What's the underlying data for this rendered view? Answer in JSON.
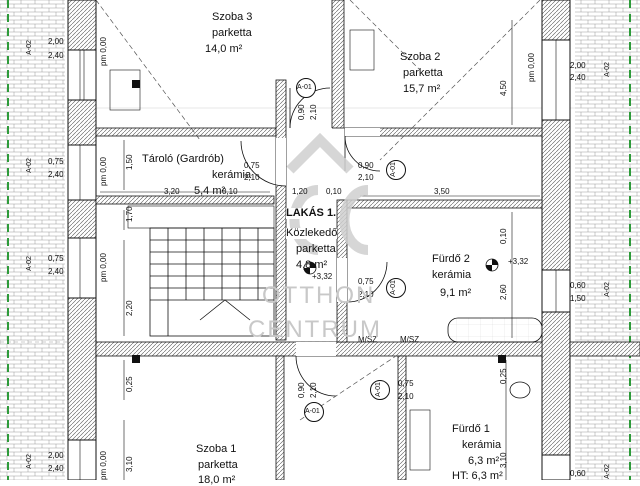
{
  "rooms": {
    "szoba3": {
      "name": "Szoba 3",
      "floor": "parketta",
      "area": "14,0 m²"
    },
    "szoba2": {
      "name": "Szoba 2",
      "floor": "parketta",
      "area": "15,7 m²"
    },
    "tarolo": {
      "name": "Tároló (Gardrób)",
      "floor": "kerámia",
      "area": "5,4 m²"
    },
    "lakas": {
      "name": "LAKÁS 1."
    },
    "kozleked": {
      "name": "Közlekedő",
      "floor": "parketta",
      "area": "4,8 m²"
    },
    "furdo2": {
      "name": "Fürdő 2",
      "floor": "kerámia",
      "area": "9,1 m²"
    },
    "szoba1": {
      "name": "Szoba 1",
      "floor": "parketta",
      "area": "18,0 m²"
    },
    "furdo1": {
      "name": "Fürdő 1",
      "floor": "kerámia",
      "area": "6,3 m²",
      "ht": "HT: 6,3 m²"
    }
  },
  "labels": {
    "a02": "A-02",
    "a01": "A-01",
    "pm000": "pm 0,00",
    "d200": "2,00",
    "d240": "2,40",
    "d075": "0,75",
    "d210": "2,10",
    "d060": "0,60",
    "d090": "0,90",
    "d150": "1,50",
    "d170": "1,70",
    "d320": "3,20",
    "d010": "0,10",
    "d120": "1,20",
    "d350": "3,50",
    "d450": "4,50",
    "d220": "2,20",
    "d260": "2,60",
    "d025": "0,25",
    "d310": "3,10",
    "level": "+3,32",
    "msz": "M/SZ"
  },
  "watermark": {
    "line1": "OTTHON",
    "line2": "CENTRUM",
    "logo": "OC"
  },
  "colors": {
    "line": "#111111",
    "hatch": "#444444",
    "green": "#2e9b3a",
    "grid": "#bdbdbd",
    "watermark": "#c8c8c8"
  }
}
